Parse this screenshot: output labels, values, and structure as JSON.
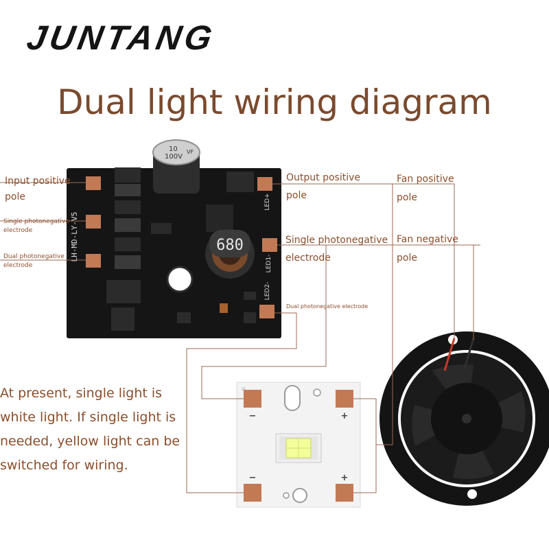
{
  "brand": "JUNTANG",
  "title": "Dual light wiring diagram",
  "labels": {
    "input_positive": [
      "Input positive",
      "pole"
    ],
    "single_photonegative_left": [
      "Single photonegative",
      "electrode"
    ],
    "dual_photonegative_left": [
      "Dual photonegative",
      "electrode"
    ],
    "output_positive": [
      "Output positive",
      "pole"
    ],
    "fan_positive": [
      "Fan positive",
      "pole"
    ],
    "single_photonegative_right": [
      "Single photonegative",
      "electrode"
    ],
    "fan_negative": [
      "Fan negative",
      "pole"
    ],
    "dual_photonegative_right": "Dual photonegative electrode"
  },
  "note": [
    "At present, single light is",
    "white light. If single light is",
    "needed, yellow light can be",
    "switched for wiring."
  ],
  "pcb": {
    "silkscreen": "LH-MD-LY-V5",
    "pad_labels": [
      "LED+",
      "LED1-",
      "LED2-"
    ],
    "inductor_marking": "680",
    "capacitor_marking": [
      "10",
      "100V",
      "VF"
    ]
  },
  "led_board": {
    "polarity_marks": [
      "−",
      "+",
      "−",
      "+"
    ]
  },
  "colors": {
    "label": "#8b4e2b",
    "title": "#7a4a2e",
    "pcb": "#151515",
    "pad": "#c27a55",
    "wire": "#9b6a55"
  }
}
